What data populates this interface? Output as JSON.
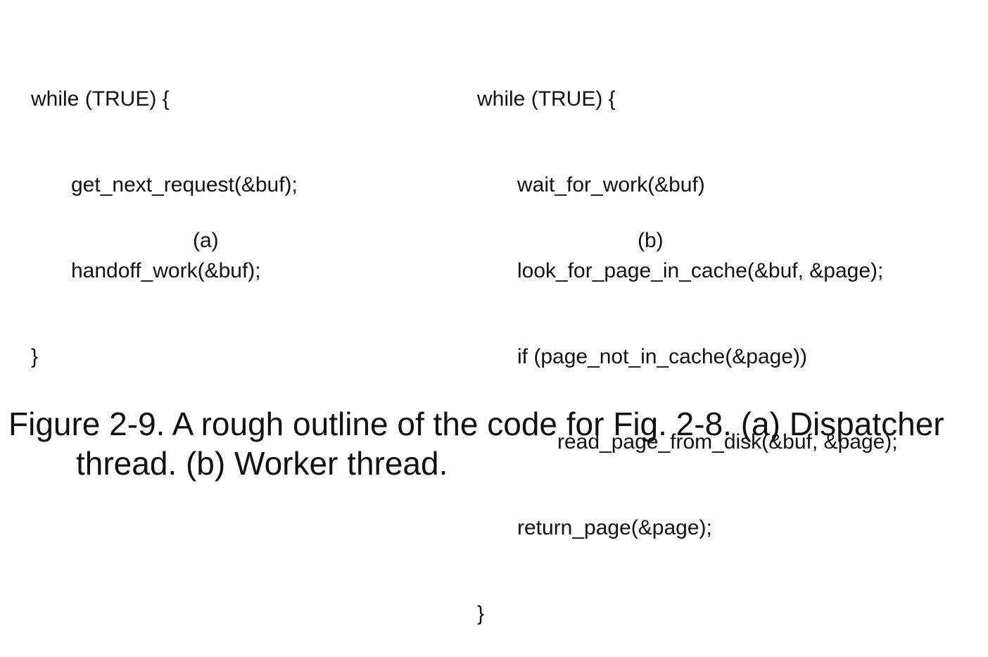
{
  "panel_a": {
    "label": "(a)",
    "lines": [
      {
        "text": "while (TRUE) {",
        "indent": 0
      },
      {
        "text": "get_next_request(&buf);",
        "indent": 1
      },
      {
        "text": "handoff_work(&buf);",
        "indent": 1
      },
      {
        "text": "}",
        "indent": 0
      }
    ]
  },
  "panel_b": {
    "label": "(b)",
    "lines": [
      {
        "text": "while (TRUE) {",
        "indent": 0
      },
      {
        "text": "wait_for_work(&buf)",
        "indent": 1
      },
      {
        "text": "look_for_page_in_cache(&buf, &page);",
        "indent": 1
      },
      {
        "text": "if (page_not_in_cache(&page))",
        "indent": 1
      },
      {
        "text": "read_page_from_disk(&buf, &page);",
        "indent": 2
      },
      {
        "text": "return_page(&page);",
        "indent": 1
      },
      {
        "text": "}",
        "indent": 0
      }
    ]
  },
  "caption": {
    "line1": "Figure 2-9. A rough outline of the code for Fig. 2-8. (a) Dispatcher",
    "line2": "thread. (b) Worker thread."
  }
}
